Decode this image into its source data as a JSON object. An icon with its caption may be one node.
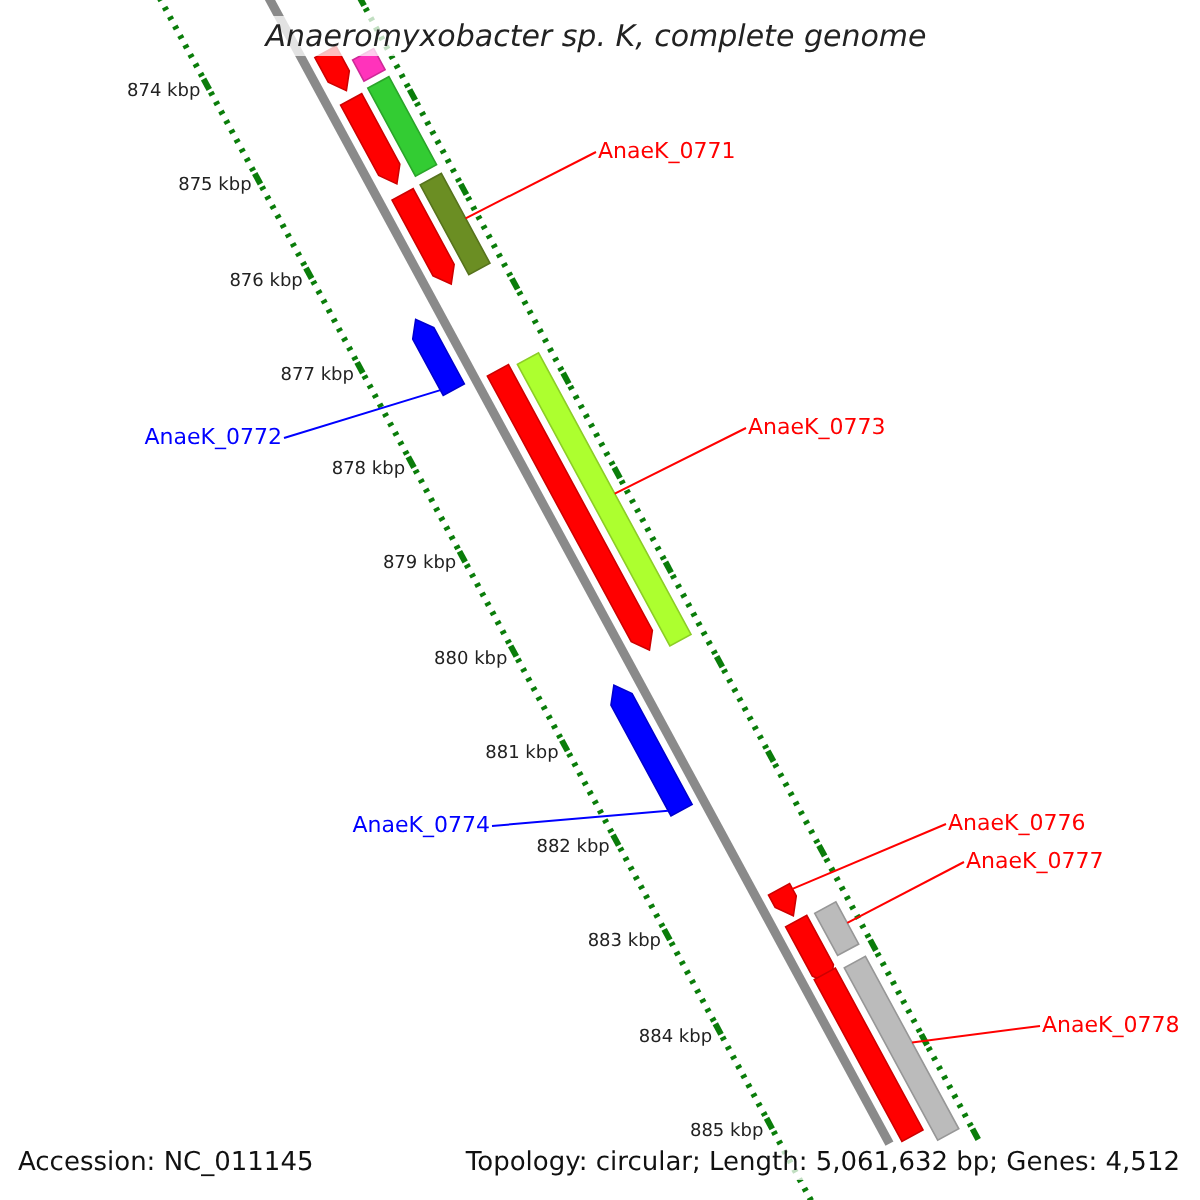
{
  "diagram": {
    "title": "Anaeromyxobacter sp. K, complete genome",
    "nodes": [
      {
        "text": [
          "AnaeK_0771"
        ]
      },
      {
        "text": [
          "AnaeK_0772"
        ]
      },
      {
        "text": [
          "AnaeK_0773"
        ]
      },
      {
        "text": [
          "AnaeK_0774"
        ]
      },
      {
        "text": [
          "AnaeK_0776"
        ]
      },
      {
        "text": [
          "AnaeK_0777"
        ]
      },
      {
        "text": [
          "AnaeK_0778"
        ]
      },
      {
        "text": [],
        "shape": "bar"
      },
      {
        "text": [],
        "shape": "bar"
      },
      {
        "text": [],
        "shape": "bar"
      },
      {
        "text": [],
        "shape": "bar"
      },
      {
        "text": [],
        "shape": "bar"
      },
      {
        "text": [],
        "shape": "bar"
      },
      {
        "text": [],
        "shape": "bar"
      },
      {
        "text": [],
        "shape": "bar"
      },
      {
        "text": [],
        "shape": "bar"
      },
      {
        "text": [],
        "shape": "bar"
      },
      {
        "text": [],
        "shape": "bar"
      },
      {
        "text": [],
        "shape": "bar"
      },
      {
        "text": [],
        "shape": "bar"
      },
      {
        "text": [],
        "shape": "bar"
      },
      {
        "text": [],
        "shape": "bar"
      }
    ],
    "edges": [
      {
        "from": 0,
        "to": 12,
        "arrow": "none"
      },
      {
        "from": 1,
        "to": 13,
        "arrow": "none",
        "color": "#0000ff"
      },
      {
        "from": 2,
        "to": 15,
        "arrow": "none"
      },
      {
        "from": 3,
        "to": 16,
        "arrow": "none",
        "color": "#0000ff"
      },
      {
        "from": 4,
        "to": 17,
        "arrow": "none"
      },
      {
        "from": 5,
        "to": 19,
        "arrow": "none"
      },
      {
        "from": 6,
        "to": 21,
        "arrow": "none"
      }
    ],
    "labels": [
      "874 kbp",
      "875 kbp",
      "876 kbp",
      "877 kbp",
      "878 kbp",
      "879 kbp",
      "880 kbp",
      "881 kbp",
      "882 kbp",
      "883 kbp",
      "884 kbp",
      "885 kbp",
      "Accession: NC_011145",
      "Topology: circular; Length: 5,061,632 bp; Genes: 4,512"
    ]
  }
}
